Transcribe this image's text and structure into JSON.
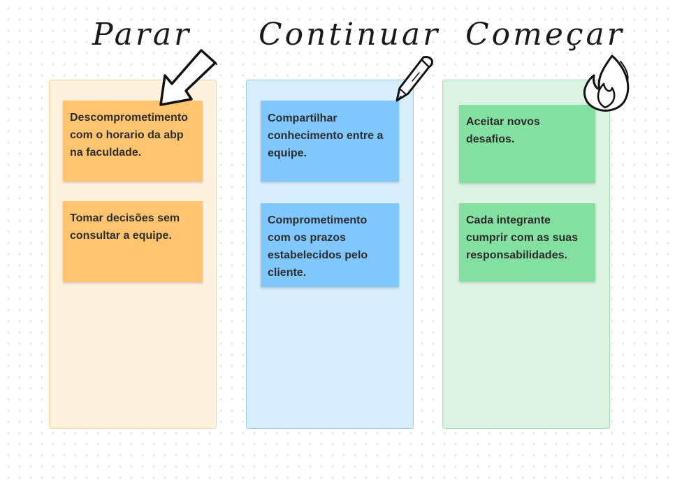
{
  "board": {
    "columns": [
      {
        "title": "Parar",
        "notes": [
          "Descomprometimento com o horario da abp na faculdade.",
          "Tomar decisões sem consultar a equipe."
        ]
      },
      {
        "title": "Continuar",
        "notes": [
          "Compartilhar conhecimento entre a equipe.",
          "Comprometimento com os prazos estabelecidos pelo cliente."
        ]
      },
      {
        "title": "Começar",
        "notes": [
          "Aceitar novos desafios.",
          "Cada integrante cumprir com as suas responsabilidades."
        ]
      }
    ]
  },
  "colors": {
    "parar_column": "#fef1de",
    "parar_note": "#ffc470",
    "continuar_column": "#d8eefd",
    "continuar_note": "#80c7fd",
    "comecar_column": "#dcf3e3",
    "comecar_note": "#84e0a0"
  },
  "icons": [
    "arrow-icon",
    "pencil-icon",
    "fire-icon"
  ]
}
